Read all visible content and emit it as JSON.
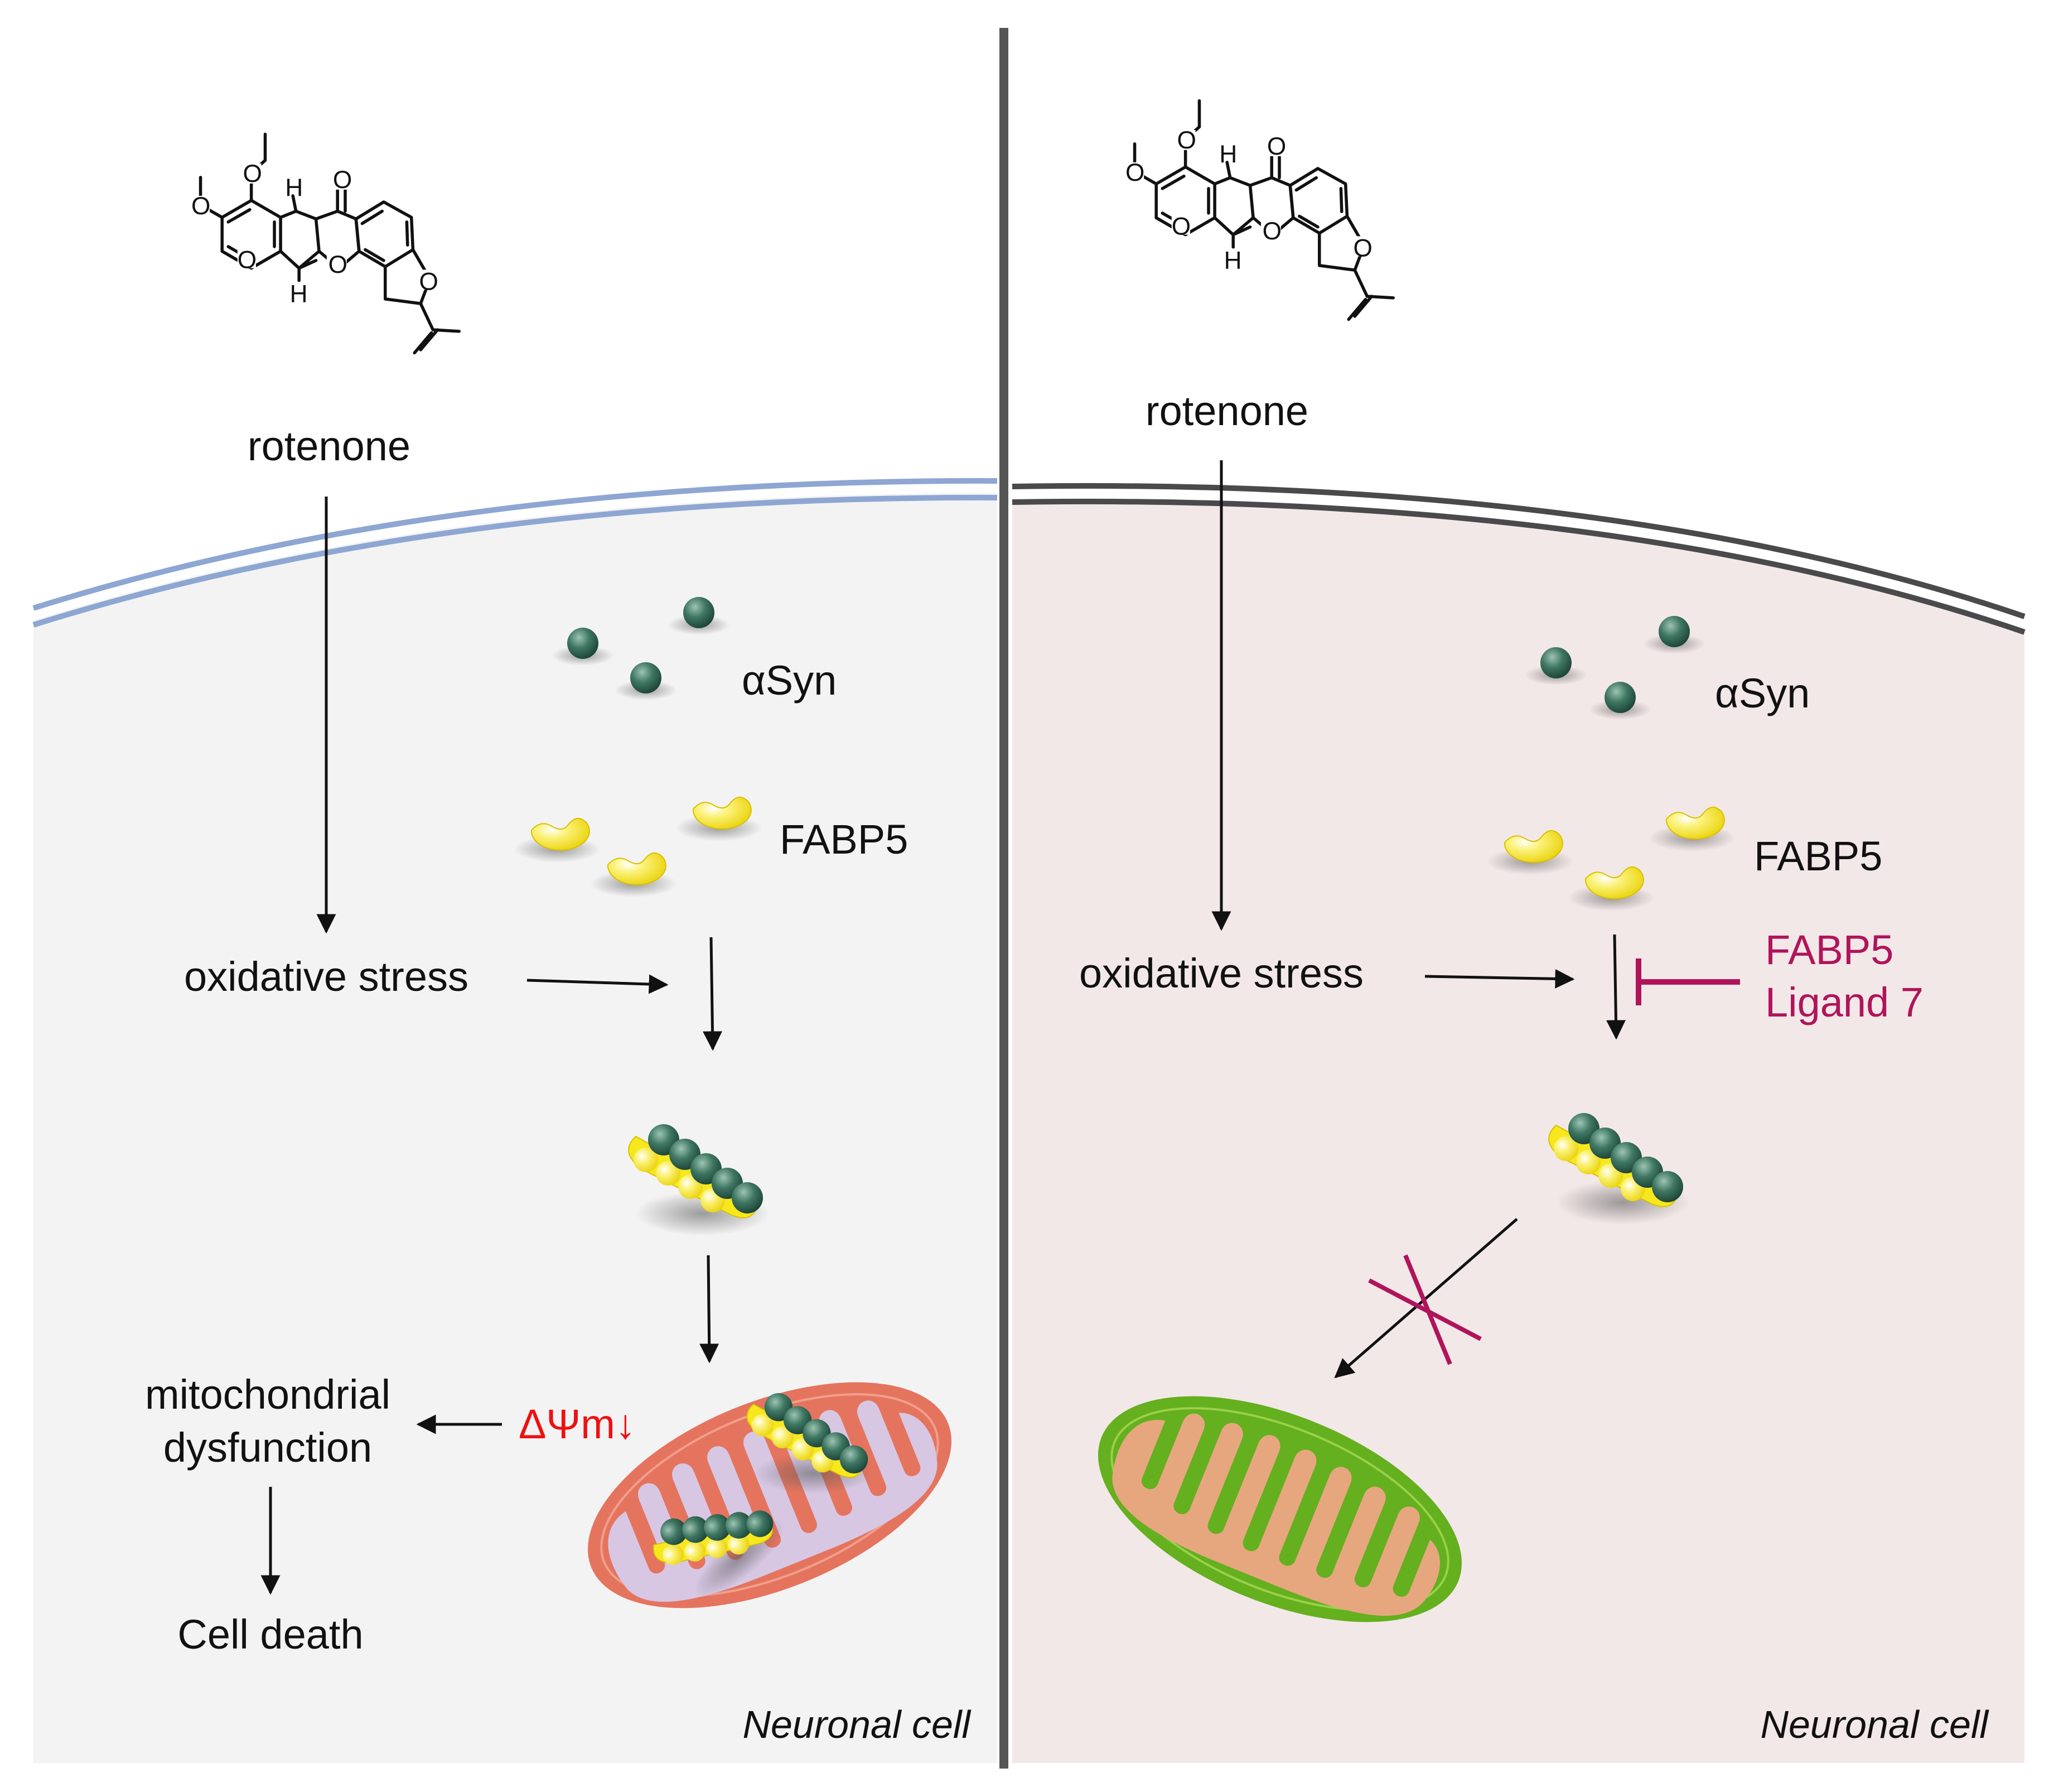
{
  "colors": {
    "left_cytoplasm": "#f3f3f4",
    "right_cytoplasm": "#f3e8e8",
    "left_membrane": "#8ea6d2",
    "right_membrane": "#4a4a4c",
    "divider": "#555555",
    "inhibitor": "#b0145a",
    "potential_drop": "#ee1111",
    "asyn_bead": "#2f5d4c",
    "fabp5_body": "#f6e81d",
    "mito_damaged_outer": "#e5745f",
    "mito_damaged_cristae": "#d7c7e3",
    "mito_healthy_outer": "#64b01f",
    "mito_healthy_cristae": "#e6a77f"
  },
  "left_panel": {
    "compound_label": "rotenone",
    "protein_asyn_label": "αSyn",
    "protein_fabp5_label": "FABP5",
    "stress_label": "oxidative stress",
    "potential_label": "ΔΨm↓",
    "mito_label_line1": "mitochondrial",
    "mito_label_line2": "dysfunction",
    "outcome_label": "Cell death",
    "cell_label": "Neuronal cell"
  },
  "right_panel": {
    "compound_label": "rotenone",
    "protein_asyn_label": "αSyn",
    "protein_fabp5_label": "FABP5",
    "stress_label": "oxidative stress",
    "inhibitor_line1": "FABP5",
    "inhibitor_line2": "Ligand 7",
    "cell_label": "Neuronal cell"
  },
  "structure_atoms": {
    "oxygen": "O",
    "hydrogen": "H"
  }
}
